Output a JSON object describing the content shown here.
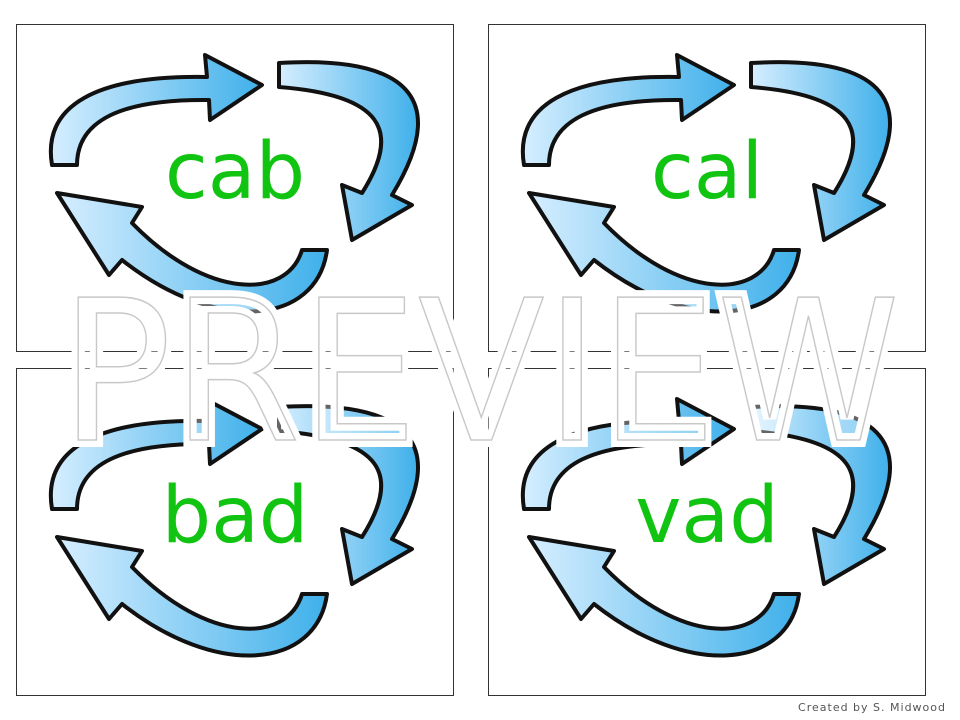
{
  "cards": [
    {
      "word": "cab"
    },
    {
      "word": "cal"
    },
    {
      "word": "bad"
    },
    {
      "word": "vad"
    }
  ],
  "watermark": "PREVIEW",
  "credit": "Created by S. Midwood",
  "colors": {
    "word": "#11c411",
    "arrow_fill": "#4fb7ec",
    "arrow_light": "#cfeaff",
    "outline": "#111111"
  },
  "icons": [
    "recycle-arrows-icon"
  ]
}
